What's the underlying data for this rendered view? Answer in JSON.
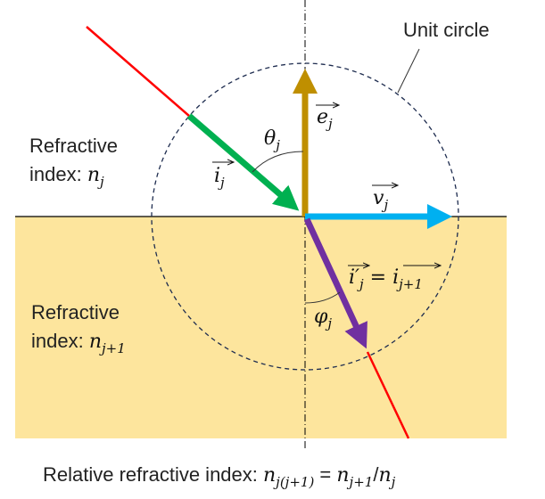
{
  "labels": {
    "unit_circle": "Unit circle",
    "medium_top_prefix": "Refractive",
    "medium_top_line2": "index: ",
    "medium_top_sym": "n",
    "medium_top_sub": "j",
    "medium_bottom_prefix": "Refractive",
    "medium_bottom_line2": "index: ",
    "medium_bottom_sym": "n",
    "medium_bottom_sub": "j+1",
    "relative_prefix": "Relative refractive index: ",
    "relative_sym1": "n",
    "relative_sub1": "j(j+1)",
    "relative_eq": " = ",
    "relative_sym2": "n",
    "relative_sub2": "j+1",
    "relative_slash": "/",
    "relative_sym3": "n",
    "relative_sub3": "j"
  },
  "vectors": {
    "incident": {
      "sym": "i",
      "sub": "j"
    },
    "normal": {
      "sym": "e",
      "sub": "j"
    },
    "tangent": {
      "sym": "v",
      "sub": "j"
    },
    "refracted": {
      "sym": "i′",
      "sub": "j",
      "eq": " = ",
      "sym2": "i",
      "sub2": "j+1"
    },
    "theta": {
      "sym": "θ",
      "sub": "j"
    },
    "phi": {
      "sym": "φ",
      "sub": "j"
    }
  },
  "colors": {
    "medium": "#FDE59D",
    "ray": "#FF0000",
    "incident": "#00B050",
    "normal": "#BF8F00",
    "tangent": "#00B0F0",
    "refracted": "#7030A0"
  }
}
